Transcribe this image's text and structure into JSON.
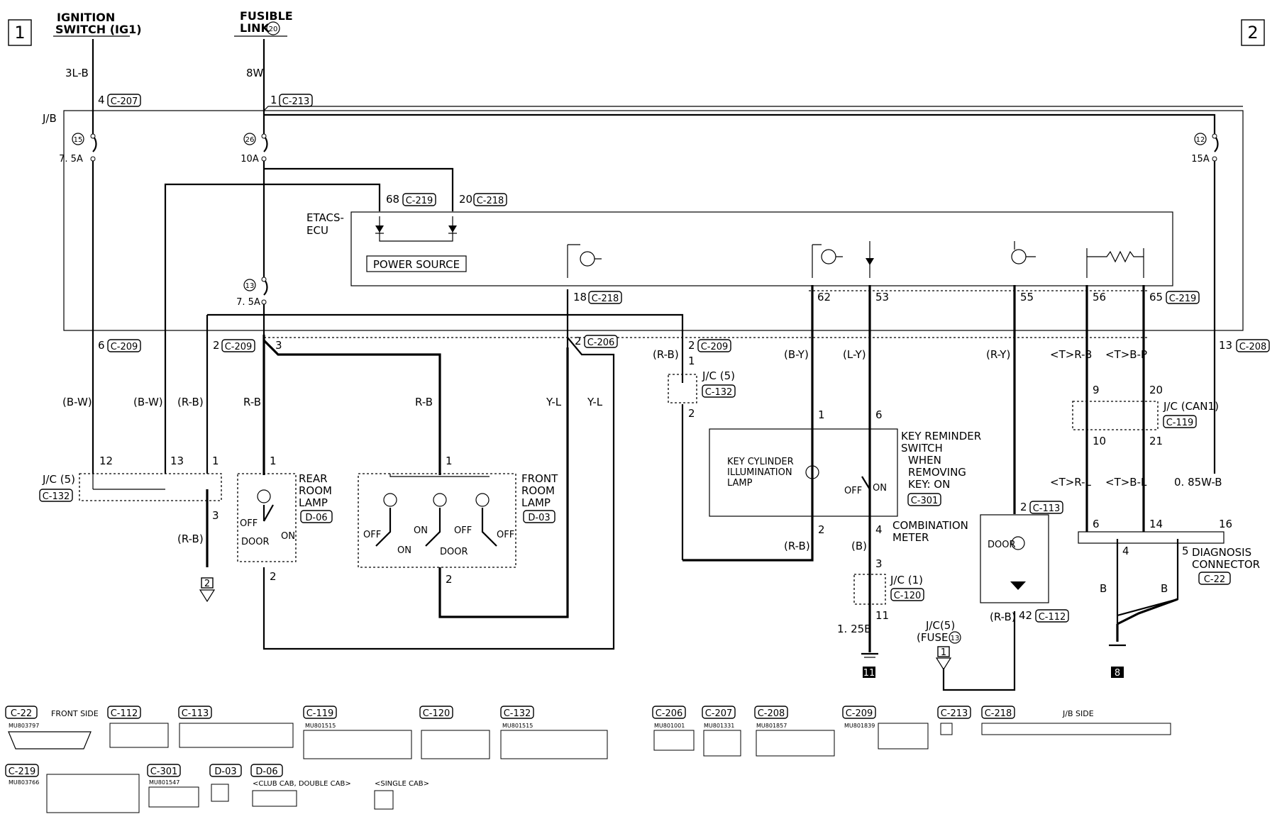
{
  "page_tags": {
    "left": "1",
    "right": "2"
  },
  "sources": {
    "ignition": {
      "line1": "IGNITION",
      "line2": "SWITCH (IG1)"
    },
    "fusible": {
      "line1": "FUSIBLE",
      "line2": "LINK",
      "num": "20"
    }
  },
  "wires": {
    "w3lb": "3L-B",
    "w8w": "8W",
    "w_bw": "(B-W)",
    "w_rb": "(R-B)",
    "w_rb2": "R-B",
    "w_yl": "Y-L",
    "w_by": "(B-Y)",
    "w_ly": "(L-Y)",
    "w_ry": "(R-Y)",
    "w_trb": "<T>R-B",
    "w_tbp": "<T>B-P",
    "w_trl": "<T>R-L",
    "w_tbl": "<T>B-L",
    "w_085": "0. 85W-B",
    "w_b": "(B)",
    "w_b2": "B",
    "w_1258": "1. 25B"
  },
  "connectors": {
    "c207": "C-207",
    "c213": "C-213",
    "c219": "C-219",
    "c218": "C-218",
    "c209": "C-209",
    "c206": "C-206",
    "c208": "C-208",
    "c132": "C-132",
    "c119": "C-119",
    "c301": "C-301",
    "c113": "C-113",
    "c120": "C-120",
    "c112": "C-112",
    "c22": "C-22",
    "d06": "D-06",
    "d03": "D-03"
  },
  "fuses": {
    "f15": "15",
    "f15a": "7. 5A",
    "f26": "26",
    "f26a": "10A",
    "f13": "13",
    "f13a": "7. 5A",
    "f12": "12",
    "f12a": "15A"
  },
  "labels": {
    "jb": "J/B",
    "etacs1": "ETACS-",
    "etacs2": "ECU",
    "power": "POWER SOURCE",
    "jc5": "J/C (5)",
    "jc5b": "J/C(5)",
    "jccan": "J/C (CAN1)",
    "jc1": "J/C (1)",
    "rear1": "REAR",
    "rear2": "ROOM",
    "rear3": "LAMP",
    "front1": "FRONT",
    "front2": "ROOM",
    "front3": "LAMP",
    "kr1": "KEY REMINDER",
    "kr2": "SWITCH",
    "kr3": "WHEN",
    "kr4": "REMOVING",
    "kr5": "KEY: ON",
    "kc1": "KEY CYLINDER",
    "kc2": "ILLUMINATION",
    "kc3": "LAMP",
    "comb1": "COMBINATION",
    "comb2": "METER",
    "diag1": "DIAGNOSIS",
    "diag2": "CONNECTOR",
    "fuse13": "(FUSE",
    "jc5fuse": "J/C(5)",
    "off": "OFF",
    "on": "ON",
    "door": "DOOR",
    "gr2": "2",
    "gr11": "11",
    "gr8": "8",
    "gr1": "1"
  },
  "pins": {
    "p4": "4",
    "p1": "1",
    "p68": "68",
    "p20": "20",
    "p6": "6",
    "p2": "2",
    "p3": "3",
    "p18": "18",
    "p62": "62",
    "p53": "53",
    "p55": "55",
    "p56": "56",
    "p65": "65",
    "p13": "13",
    "p12": "12",
    "p9": "9",
    "p10": "10",
    "p21": "21",
    "p14": "14",
    "p16": "16",
    "p5": "5",
    "p42": "42",
    "p11": "11"
  },
  "legend": {
    "front_side": "FRONT SIDE",
    "jb_side": "J/B SIDE",
    "club": "<CLUB CAB, DOUBLE CAB>",
    "single": "<SINGLE CAB>",
    "parts": [
      "MU803797",
      "MU801515",
      "MU801515",
      "MU801547",
      "MU801001",
      "MU801331",
      "MU801857",
      "MU801839",
      "MU803766"
    ],
    "labels": [
      "C-22",
      "C-112",
      "C-113",
      "C-119",
      "C-120",
      "C-132",
      "C-206",
      "C-207",
      "C-208",
      "C-209",
      "C-213",
      "C-218",
      "C-219",
      "C-301",
      "D-03",
      "D-06"
    ]
  }
}
